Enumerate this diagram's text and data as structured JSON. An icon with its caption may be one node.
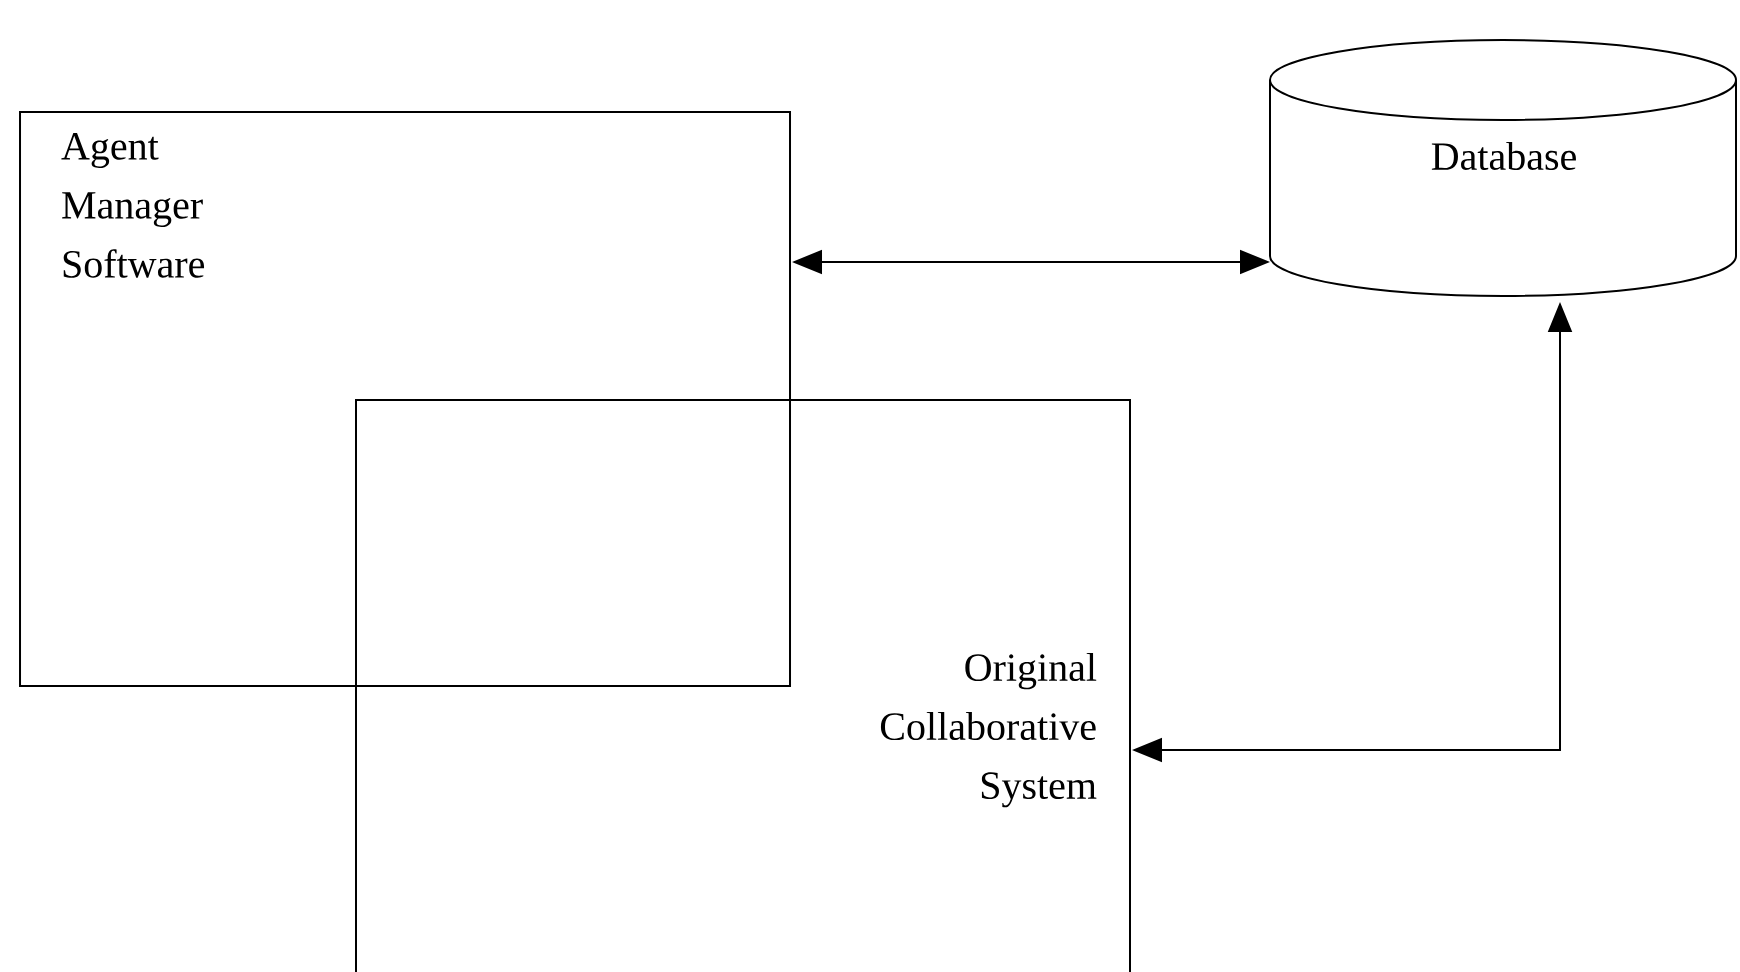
{
  "diagram": {
    "nodes": [
      {
        "text": [
          "Agent Manager Software"
        ]
      },
      {
        "text": [
          "Original Collaborative System"
        ]
      },
      {
        "text": [
          "Database"
        ]
      }
    ],
    "edges": [
      {
        "from": 0,
        "to": 2,
        "arrow": "both"
      },
      {
        "from": 2,
        "to": 1,
        "arrow": "both"
      }
    ]
  }
}
